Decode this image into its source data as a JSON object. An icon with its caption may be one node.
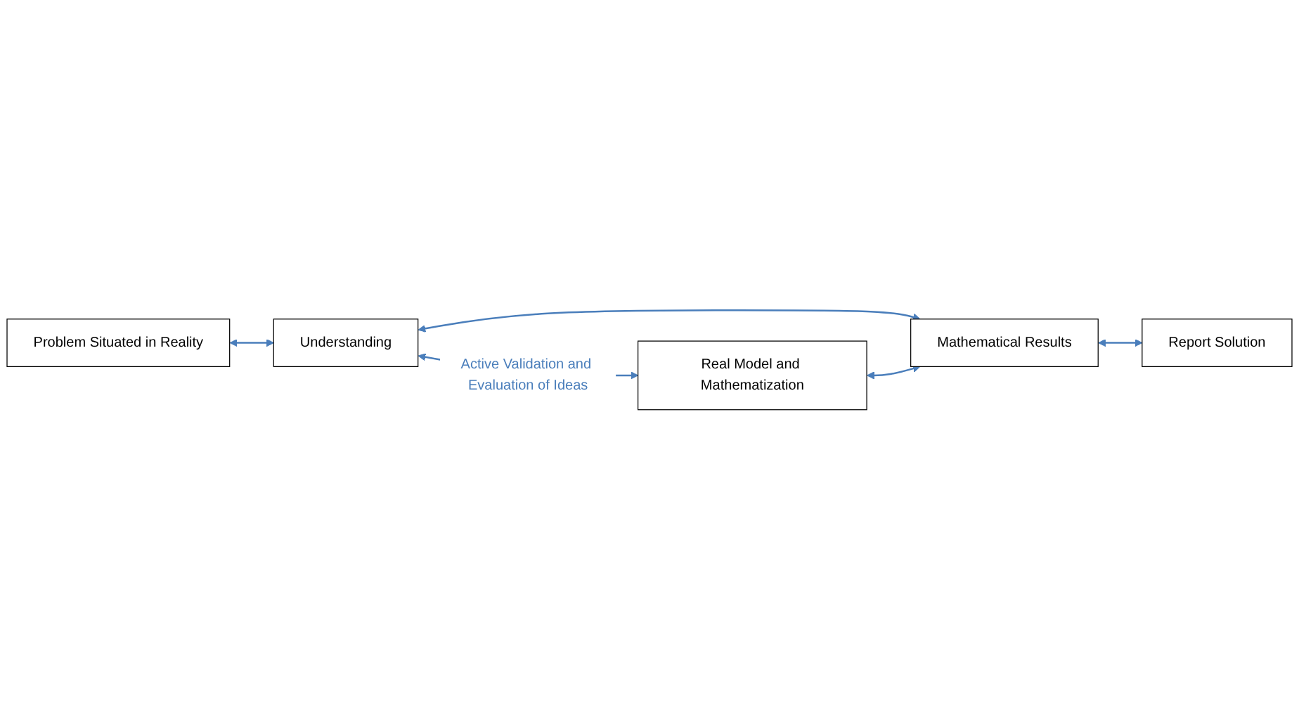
{
  "diagram": {
    "nodes": [
      {
        "text": [
          "Problem Situated in Reality"
        ]
      },
      {
        "text": [
          "Understanding"
        ]
      },
      {
        "text": [
          "Real Model and Mathematization"
        ]
      },
      {
        "text": [
          "Mathematical Results"
        ]
      },
      {
        "text": [
          "Report Solution"
        ]
      }
    ],
    "edges": [
      {
        "from": 0,
        "to": 1,
        "arrow": "both"
      },
      {
        "from": 1,
        "to": 2,
        "arrow": "both",
        "label": "Active Validation and Evaluation of Ideas"
      },
      {
        "from": 1,
        "to": 3,
        "arrow": "both"
      },
      {
        "from": 2,
        "to": 3,
        "arrow": "both"
      },
      {
        "from": 3,
        "to": 4,
        "arrow": "both"
      }
    ]
  }
}
